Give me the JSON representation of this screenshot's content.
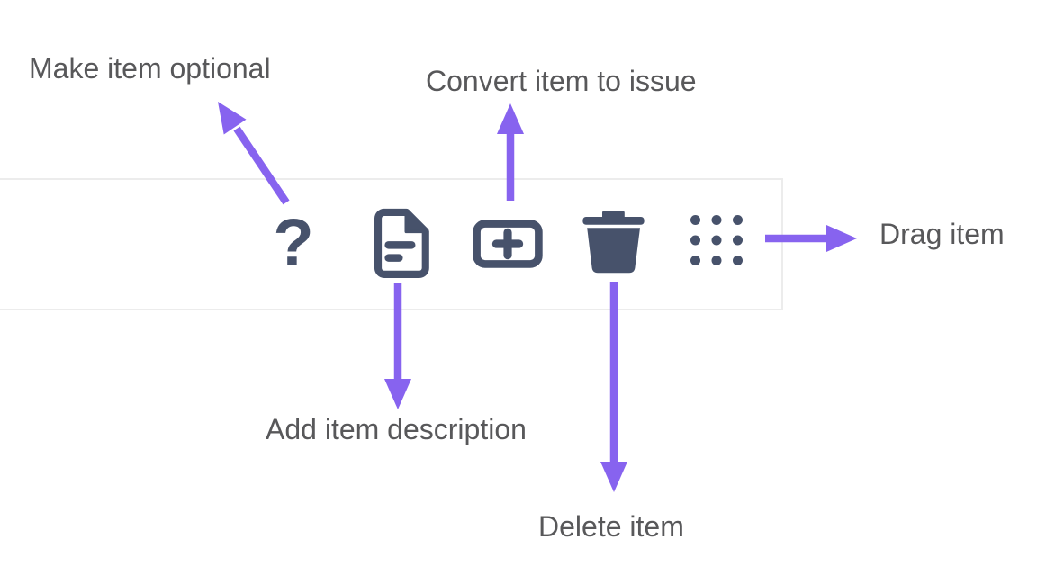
{
  "colors": {
    "icon": "#47526b",
    "arrow": "#8763ef",
    "label": "#58585a",
    "border": "#ececec",
    "background": "#ffffff"
  },
  "toolbar": {
    "help_glyph": "?",
    "icons": [
      "help-icon",
      "document-description-icon",
      "convert-to-issue-icon",
      "trash-icon",
      "drag-grid-icon"
    ]
  },
  "annotations": {
    "optional": "Make item optional",
    "convert": "Convert item to issue",
    "drag": "Drag item",
    "description": "Add item description",
    "delete": "Delete item"
  }
}
